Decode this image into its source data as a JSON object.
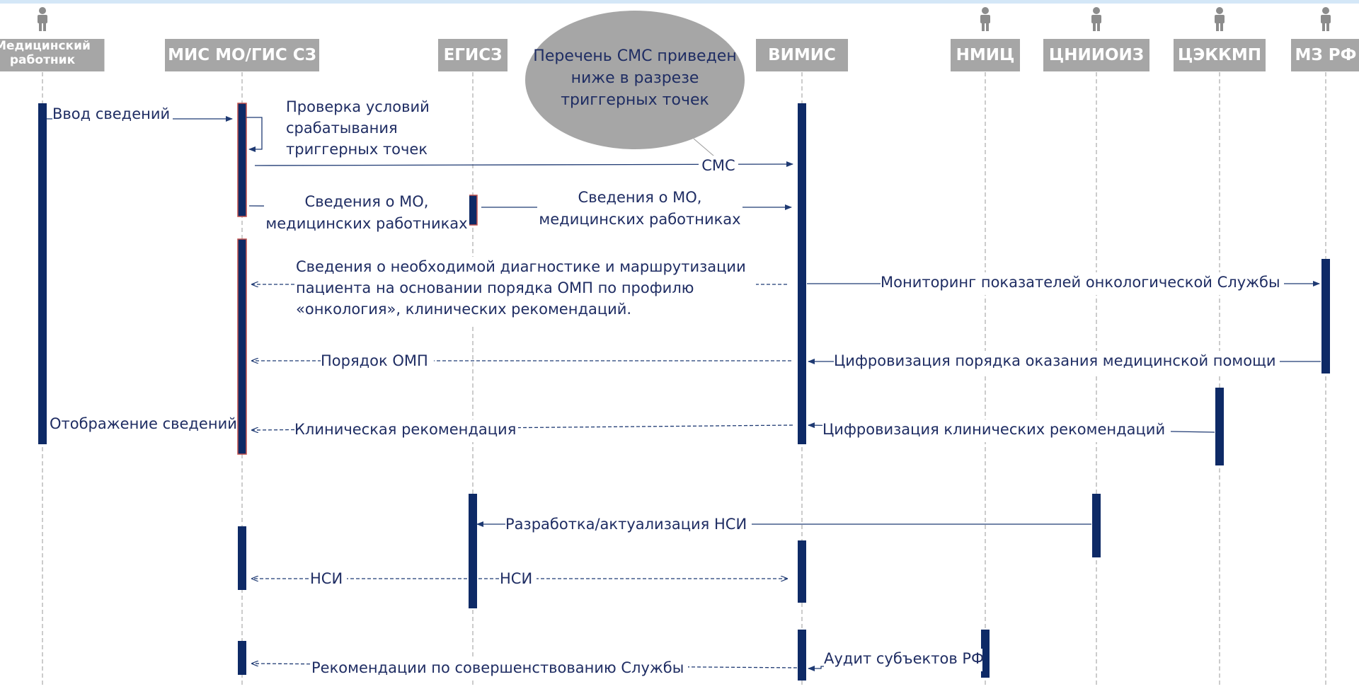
{
  "colors": {
    "header_bg": "#a6a6a6",
    "header_text": "#ffffff",
    "activation": "#0e2a66",
    "activation_border": "#c0504d",
    "arrow": "#1f3a73",
    "lifeline": "#9a9a9a",
    "actor_icon": "#8c8c8c",
    "note_bg": "#a6a6a6",
    "top_band": "#d4e7f7"
  },
  "participants": [
    {
      "id": "med",
      "label_lines": [
        "Медицинский",
        "работник"
      ],
      "actor": true
    },
    {
      "id": "mis",
      "label_lines": [
        "МИС МО/ГИС СЗ"
      ],
      "actor": false
    },
    {
      "id": "egisz",
      "label_lines": [
        "ЕГИСЗ"
      ],
      "actor": false
    },
    {
      "id": "vimis",
      "label_lines": [
        "ВИМИС"
      ],
      "actor": false
    },
    {
      "id": "nmic",
      "label_lines": [
        "НМИЦ"
      ],
      "actor": true
    },
    {
      "id": "cniioiz",
      "label_lines": [
        "ЦНИИОИЗ"
      ],
      "actor": true
    },
    {
      "id": "cekkmp",
      "label_lines": [
        "ЦЭККМП"
      ],
      "actor": true
    },
    {
      "id": "mzrf",
      "label_lines": [
        "МЗ РФ"
      ],
      "actor": true
    }
  ],
  "note": {
    "icon": "ellipse-note",
    "lines": [
      "Перечень СМС приведен",
      "ниже в разрезе",
      "триггерных точек"
    ]
  },
  "messages": {
    "input": {
      "lines": [
        "Ввод сведений"
      ]
    },
    "check": {
      "lines": [
        "Проверка условий",
        "срабатывания",
        "триггерных точек"
      ]
    },
    "sms": {
      "lines": [
        "СМС"
      ]
    },
    "mo_info_1": {
      "lines": [
        "Сведения о МО,",
        "медицинских работниках"
      ]
    },
    "mo_info_2": {
      "lines": [
        "Сведения о МО,",
        "медицинских работниках"
      ]
    },
    "diag_info": {
      "lines": [
        "Сведения о необходимой диагностике и маршрутизации",
        "пациента на основании порядка ОМП по профилю",
        "«онкология», клинических рекомендаций."
      ]
    },
    "monitoring": {
      "lines": [
        "Мониторинг показателей онкологической Службы"
      ]
    },
    "omp_order": {
      "lines": [
        "Порядок ОМП"
      ]
    },
    "digit_order": {
      "lines": [
        "Цифровизация порядка оказания медицинской помощи"
      ]
    },
    "display": {
      "lines": [
        "Отображение сведений"
      ]
    },
    "clin_rec": {
      "lines": [
        "Клиническая рекомендация"
      ]
    },
    "digit_clin": {
      "lines": [
        "Цифровизация клинических рекомендаций"
      ]
    },
    "nsi_dev": {
      "lines": [
        "Разработка/актуализация НСИ"
      ]
    },
    "nsi_mis": {
      "lines": [
        "НСИ"
      ]
    },
    "nsi_vimis": {
      "lines": [
        "НСИ"
      ]
    },
    "audit": {
      "lines": [
        "Аудит субъектов РФ"
      ]
    },
    "recommend": {
      "lines": [
        "Рекомендации по совершенствованию Службы"
      ]
    }
  }
}
